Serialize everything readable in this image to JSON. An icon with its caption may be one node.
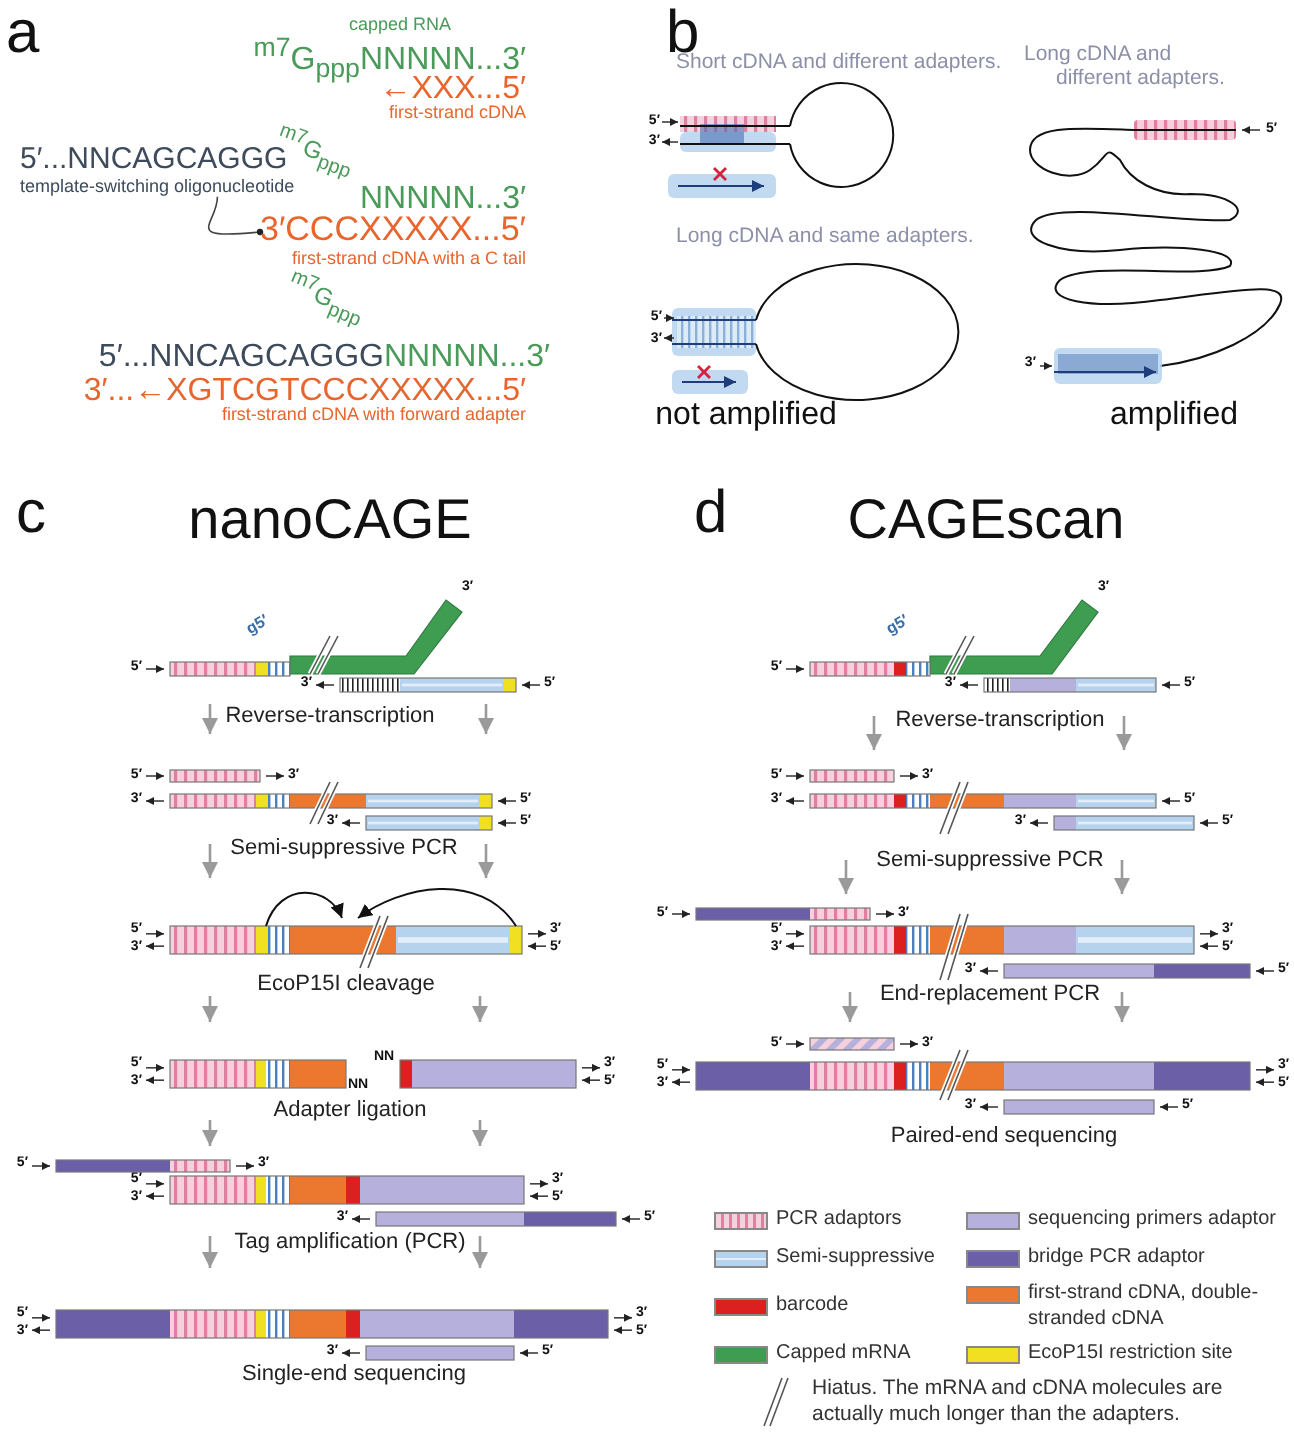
{
  "diagram": {
    "nodes": [
      {
        "text": [
          "5′...NNCAGCAGGG",
          "template-switching oligonucleotide"
        ]
      },
      {
        "text": [
          "3′CCCXXXXX...5′",
          "first-strand cDNA with a C tail"
        ]
      }
    ],
    "edges": [
      {
        "from": 0,
        "to": 1,
        "arrow": "other"
      }
    ],
    "labels": [
      "a",
      "capped RNA",
      "$^{m7}$G$_{ppp}$NNNNN...3′",
      "←XXX...5′",
      "first-strand cDNA",
      "$^{m7}$G$_{ppp}$",
      "NNNNN...3′",
      "$^{m7}$G$_{ppp}$",
      "5′...NNCAGCAGGG",
      "NNNNN...3′",
      "3′...←XGTCGTCCCXXXXX...5′",
      "first-strand cDNA with forward adapter",
      "b",
      "Short cDNA and different adapters.",
      "Long cDNA and different adapters.",
      "5′",
      "3′",
      "5′",
      "Long cDNA and same adapters.",
      "5′",
      "3′",
      "3′",
      "not amplified",
      "amplified",
      "c",
      "nanoCAGE",
      "3′",
      "g5′",
      "5′",
      "3′",
      "5′",
      "Reverse-transcription",
      "5′",
      "3′",
      "3′",
      "5′",
      "3′",
      "5′",
      "Semi-suppressive PCR",
      "5′",
      "3′",
      "3′",
      "5′",
      "EcoP15I cleavage",
      "5′",
      "3′",
      "NN",
      "NN",
      "3′",
      "5′",
      "Adapter ligation",
      "5′",
      "3′",
      "5′",
      "3′",
      "3′",
      "5′",
      "3′",
      "5′",
      "Tag amplification (PCR)",
      "5′",
      "3′",
      "3′",
      "5′",
      "3′",
      "5′",
      "Single-end sequencing",
      "d",
      "CAGEscan",
      "3′",
      "g5′",
      "5′",
      "3′",
      "5′",
      "Reverse-transcription",
      "5′",
      "3′",
      "3′",
      "5′",
      "3′",
      "5′",
      "Semi-suppressive PCR",
      "5′",
      "3′",
      "5′",
      "3′",
      "3′",
      "5′",
      "3′",
      "5′",
      "End-replacement PCR",
      "5′",
      "3′",
      "5′",
      "3′",
      "3′",
      "5′",
      "3′",
      "5′",
      "Paired-end sequencing"
    ],
    "legend": [
      {
        "text": "PCR adaptors",
        "color": "#f6d0dc"
      },
      {
        "text": "sequencing primers adaptor",
        "color": "#b5b0dc"
      },
      {
        "text": "Semi-suppressive",
        "color": "#b6d3ee"
      },
      {
        "text": "bridge PCR adaptor",
        "color": "#6b5fa8"
      },
      {
        "text": "barcode",
        "color": "#dc1f1f"
      },
      {
        "text": "first-strand cDNA, double-stranded cDNA",
        "color": "#ec772e"
      },
      {
        "text": "Capped mRNA",
        "color": "#3f9d52"
      },
      {
        "text": "EcoP15I restriction site",
        "color": "#f0e021"
      },
      {
        "text": "Hiatus. The mRNA and cDNA molecules are actually much longer than the adapters."
      }
    ]
  }
}
